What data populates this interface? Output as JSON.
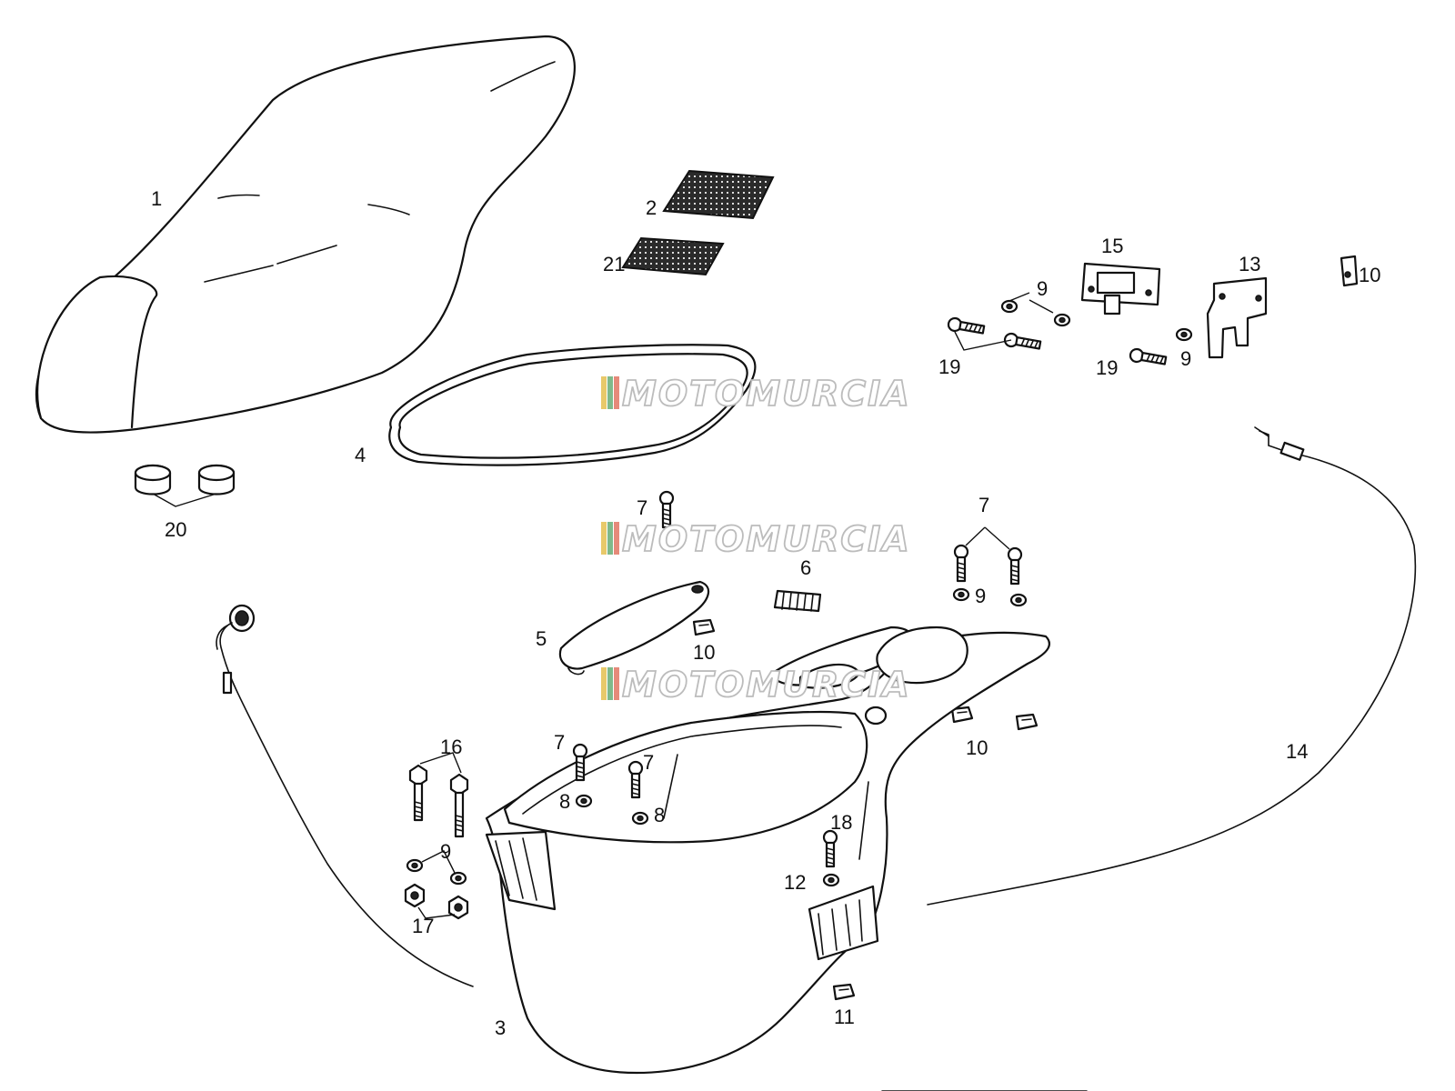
{
  "watermark": "MOTOMURCIA",
  "watermark_colors": [
    "#e8c96a",
    "#7fb98a",
    "#e58a7a"
  ],
  "callouts": [
    "1",
    "2",
    "21",
    "4",
    "20",
    "15",
    "13",
    "10",
    "9",
    "9",
    "19",
    "19",
    "9",
    "7",
    "7",
    "6",
    "5",
    "10",
    "10",
    "14",
    "16",
    "7",
    "7",
    "8",
    "8",
    "9",
    "17",
    "18",
    "12",
    "3",
    "11"
  ],
  "icons": [
    "seat-icon",
    "sticker-icon",
    "seal-icon",
    "cap-icon",
    "latch-icon",
    "bracket-icon",
    "clip-icon",
    "washer-icon",
    "screw-icon",
    "cable-icon",
    "grommet-icon",
    "storage-box-icon",
    "cover-icon"
  ]
}
